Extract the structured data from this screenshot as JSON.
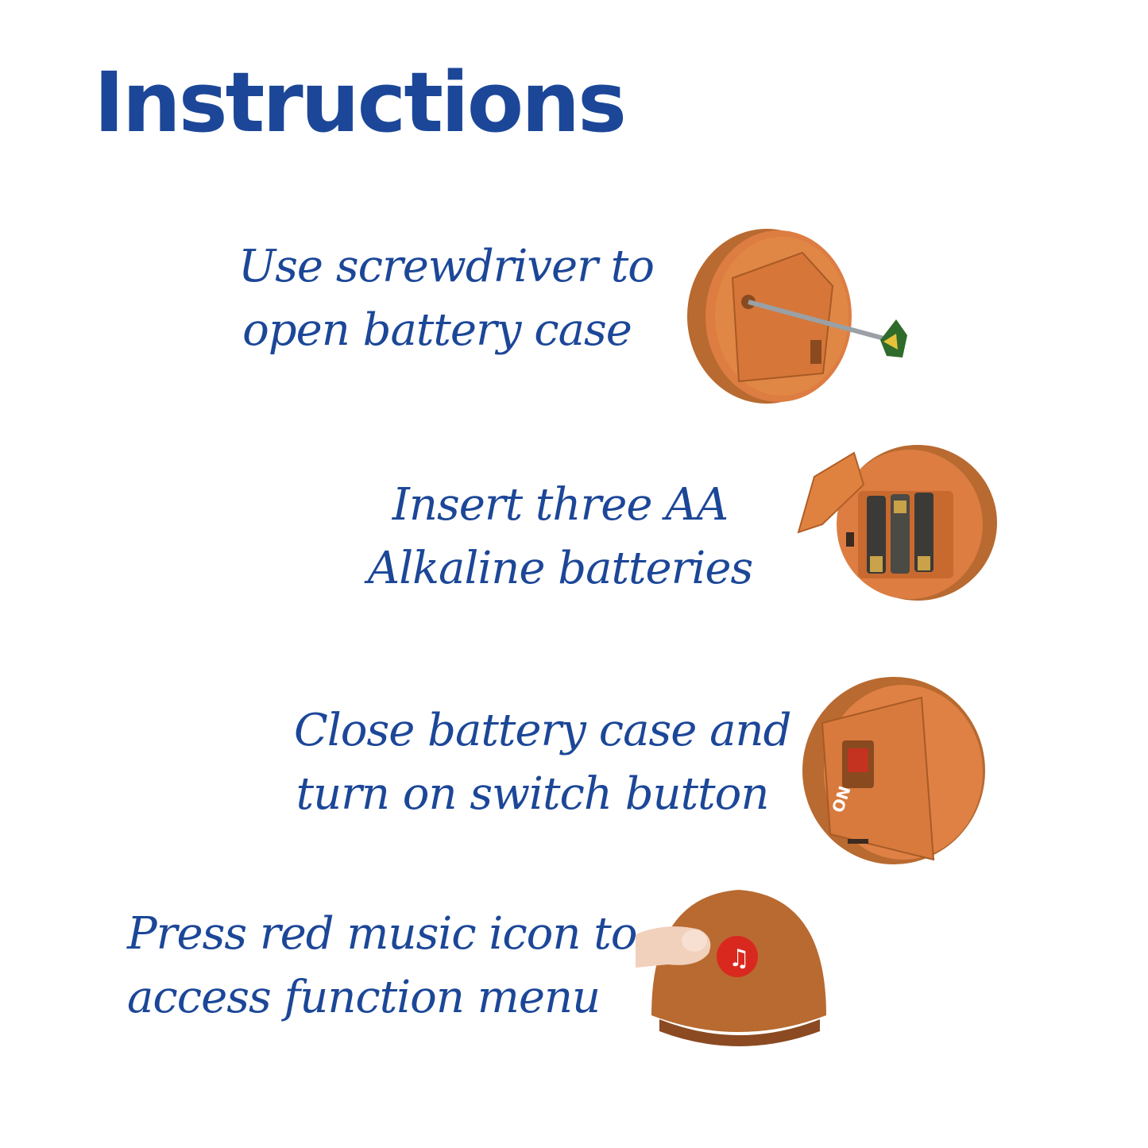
{
  "title": "Instructions",
  "steps": [
    {
      "line1": "Use screwdriver to",
      "line2": "open battery case",
      "image_icon": "screwdriver-opening-battery-case"
    },
    {
      "line1": "Insert three AA",
      "line2": "Alkaline batteries",
      "image_icon": "open-battery-compartment"
    },
    {
      "line1": "Close battery case and",
      "line2": "turn on switch button",
      "image_icon": "closed-case-with-on-switch",
      "switch_label": "ON"
    },
    {
      "line1": "Press red music icon to",
      "line2": "access function menu",
      "image_icon": "finger-pressing-music-button"
    }
  ],
  "colors": {
    "text": "#1c4798",
    "case_orange": "#d87a3d",
    "plush_brown": "#b86a30",
    "music_button_red": "#d9291f"
  }
}
